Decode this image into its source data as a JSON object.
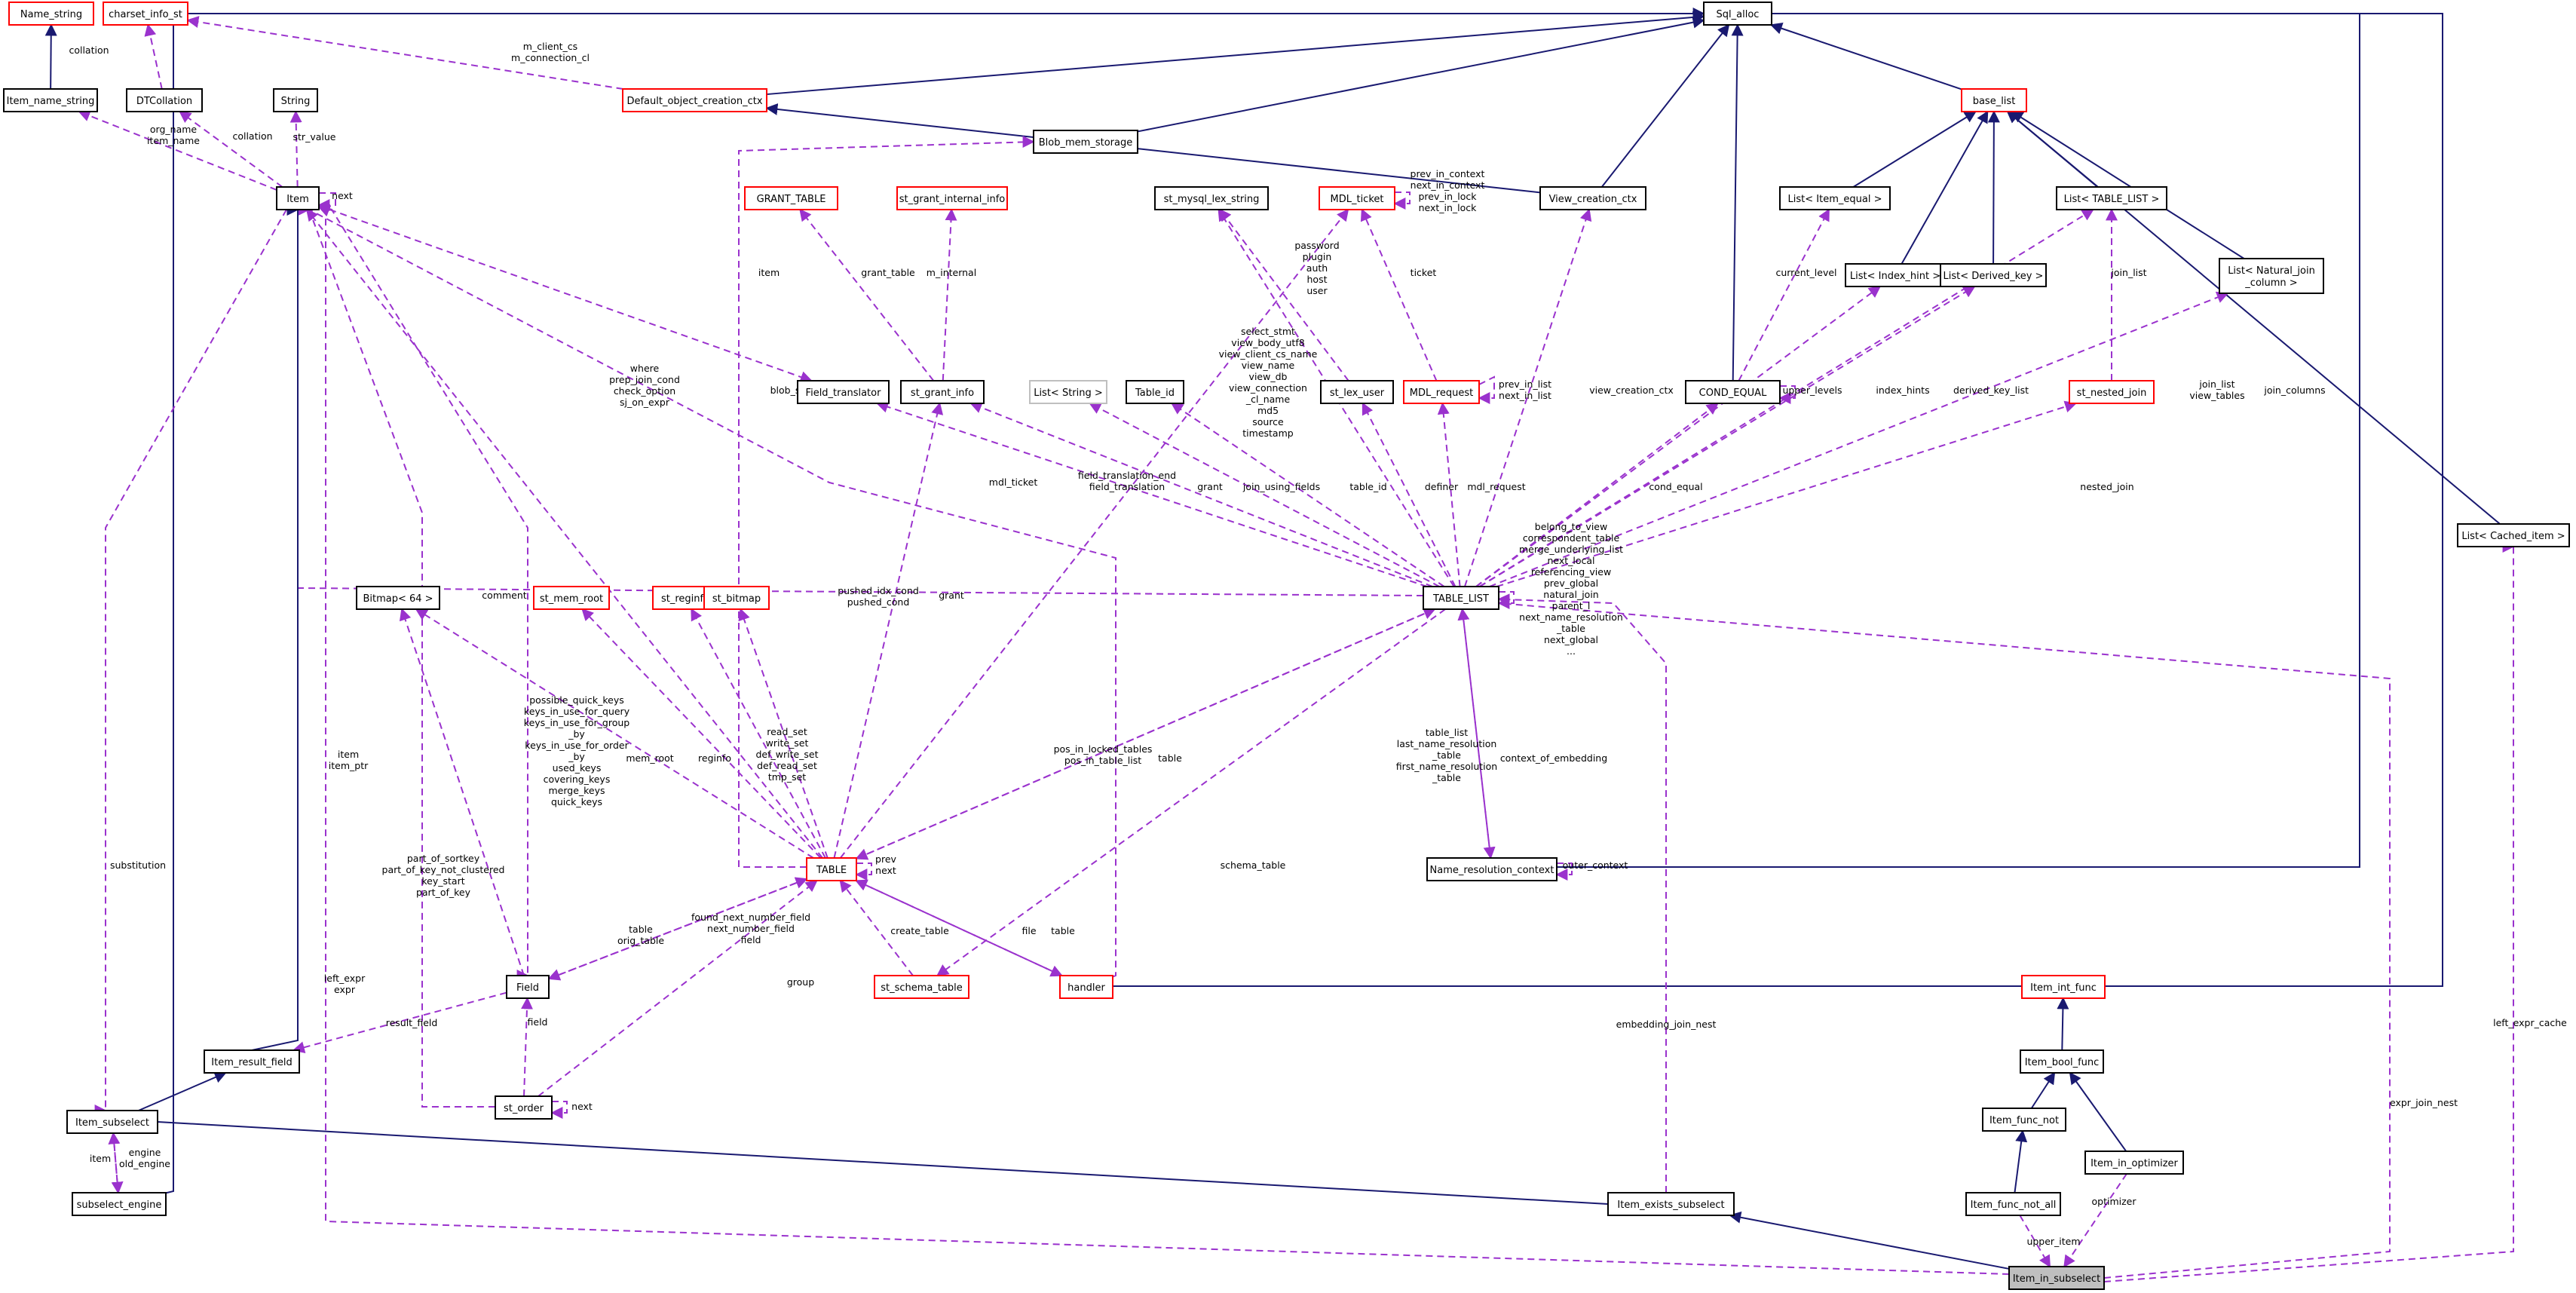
{
  "diagram": {
    "title": "",
    "colors": {
      "inherit_edge": "#191970",
      "use_edge": "#9a32cd",
      "node_border_black": "#000000",
      "node_border_red": "#ff0000",
      "node_border_grey": "#bfbfbf",
      "focus_fill": "#bfbfbf"
    },
    "nodes": [
      {
        "id": "Sql_alloc",
        "label": "Sql_alloc",
        "border": "black"
      },
      {
        "id": "Name_string",
        "label": "Name_string",
        "border": "red"
      },
      {
        "id": "charset_info_st",
        "label": "charset_info_st",
        "border": "red"
      },
      {
        "id": "Item_name_string",
        "label": "Item_name_string",
        "border": "black"
      },
      {
        "id": "DTCollation",
        "label": "DTCollation",
        "border": "black"
      },
      {
        "id": "String",
        "label": "String",
        "border": "black"
      },
      {
        "id": "Default_object_creation_ctx",
        "label": "Default_object_creation_ctx",
        "border": "red"
      },
      {
        "id": "Blob_mem_storage",
        "label": "Blob_mem_storage",
        "border": "black"
      },
      {
        "id": "base_list",
        "label": "base_list",
        "border": "red"
      },
      {
        "id": "Item",
        "label": "Item",
        "border": "black"
      },
      {
        "id": "GRANT_TABLE",
        "label": "GRANT_TABLE",
        "border": "red"
      },
      {
        "id": "st_grant_internal_info",
        "label": "st_grant_internal_info",
        "border": "red"
      },
      {
        "id": "st_mysql_lex_string",
        "label": "st_mysql_lex_string",
        "border": "black"
      },
      {
        "id": "MDL_ticket",
        "label": "MDL_ticket",
        "border": "red"
      },
      {
        "id": "View_creation_ctx",
        "label": "View_creation_ctx",
        "border": "black"
      },
      {
        "id": "List_Item_equal",
        "label": "List< Item_equal >",
        "border": "black"
      },
      {
        "id": "List_TABLE_LIST",
        "label": "List< TABLE_LIST >",
        "border": "black"
      },
      {
        "id": "List_Index_hint",
        "label": "List< Index_hint >",
        "border": "black"
      },
      {
        "id": "List_Derived_key",
        "label": "List< Derived_key >",
        "border": "black"
      },
      {
        "id": "List_Natural_join",
        "label": "List< Natural_join\n_column >",
        "border": "black"
      },
      {
        "id": "Field_translator",
        "label": "Field_translator",
        "border": "black"
      },
      {
        "id": "st_grant_info",
        "label": "st_grant_info",
        "border": "black"
      },
      {
        "id": "List_String",
        "label": "List< String >",
        "border": "grey"
      },
      {
        "id": "Table_id",
        "label": "Table_id",
        "border": "black"
      },
      {
        "id": "st_lex_user",
        "label": "st_lex_user",
        "border": "black"
      },
      {
        "id": "MDL_request",
        "label": "MDL_request",
        "border": "red"
      },
      {
        "id": "COND_EQUAL",
        "label": "COND_EQUAL",
        "border": "black"
      },
      {
        "id": "st_nested_join",
        "label": "st_nested_join",
        "border": "red"
      },
      {
        "id": "List_Cached_item",
        "label": "List< Cached_item >",
        "border": "black"
      },
      {
        "id": "TABLE_LIST",
        "label": "TABLE_LIST",
        "border": "black"
      },
      {
        "id": "Bitmap_64",
        "label": "Bitmap< 64 >",
        "border": "black"
      },
      {
        "id": "st_mem_root",
        "label": "st_mem_root",
        "border": "red"
      },
      {
        "id": "st_reginfo",
        "label": "st_reginfo",
        "border": "red"
      },
      {
        "id": "st_bitmap",
        "label": "st_bitmap",
        "border": "red"
      },
      {
        "id": "Name_resolution_context",
        "label": "Name_resolution_context",
        "border": "black"
      },
      {
        "id": "TABLE",
        "label": "TABLE",
        "border": "red"
      },
      {
        "id": "Field",
        "label": "Field",
        "border": "black"
      },
      {
        "id": "st_schema_table",
        "label": "st_schema_table",
        "border": "red"
      },
      {
        "id": "handler",
        "label": "handler",
        "border": "red"
      },
      {
        "id": "Item_int_func",
        "label": "Item_int_func",
        "border": "red"
      },
      {
        "id": "Item_result_field",
        "label": "Item_result_field",
        "border": "black"
      },
      {
        "id": "st_order",
        "label": "st_order",
        "border": "black"
      },
      {
        "id": "Item_bool_func",
        "label": "Item_bool_func",
        "border": "black"
      },
      {
        "id": "Item_subselect",
        "label": "Item_subselect",
        "border": "black"
      },
      {
        "id": "Item_func_not",
        "label": "Item_func_not",
        "border": "black"
      },
      {
        "id": "Item_in_optimizer",
        "label": "Item_in_optimizer",
        "border": "black"
      },
      {
        "id": "subselect_engine",
        "label": "subselect_engine",
        "border": "black"
      },
      {
        "id": "Item_exists_subselect",
        "label": "Item_exists_subselect",
        "border": "black"
      },
      {
        "id": "Item_func_not_all",
        "label": "Item_func_not_all",
        "border": "black"
      },
      {
        "id": "Item_in_subselect",
        "label": "Item_in_subselect",
        "border": "black",
        "focus": true
      }
    ],
    "edge_labels": [
      {
        "id": "lbl_collation1",
        "text": "collation"
      },
      {
        "id": "lbl_mclient",
        "text": "m_client_cs\nm_connection_cl"
      },
      {
        "id": "lbl_orgname",
        "text": "org_name\nitem_name"
      },
      {
        "id": "lbl_collation2",
        "text": "collation"
      },
      {
        "id": "lbl_strvalue",
        "text": "str_value"
      },
      {
        "id": "lbl_next_item",
        "text": "next"
      },
      {
        "id": "lbl_mdl_ticket_self",
        "text": "prev_in_context\nnext_in_context\nprev_in_lock\nnext_in_lock"
      },
      {
        "id": "lbl_item",
        "text": "item"
      },
      {
        "id": "lbl_grant_table",
        "text": "grant_table"
      },
      {
        "id": "lbl_m_internal",
        "text": "m_internal"
      },
      {
        "id": "lbl_password",
        "text": "password\nplugin\nauth\nhost\nuser"
      },
      {
        "id": "lbl_ticket",
        "text": "ticket"
      },
      {
        "id": "lbl_current_level",
        "text": "current_level"
      },
      {
        "id": "lbl_join_list",
        "text": "join_list"
      },
      {
        "id": "lbl_select_stmt",
        "text": "select_stmt\nview_body_utf8\nview_client_cs_name\nview_name\nview_db\nview_connection\n_cl_name\nmd5\nsource\ntimestamp"
      },
      {
        "id": "lbl_where",
        "text": "where\nprep_join_cond\ncheck_option\nsj_on_expr"
      },
      {
        "id": "lbl_blob_storage",
        "text": "blob_storage"
      },
      {
        "id": "lbl_prev_in_list",
        "text": "prev_in_list\nnext_in_list"
      },
      {
        "id": "lbl_view_creation_ctx",
        "text": "view_creation_ctx"
      },
      {
        "id": "lbl_upper_levels",
        "text": "upper_levels"
      },
      {
        "id": "lbl_index_hints",
        "text": "index_hints"
      },
      {
        "id": "lbl_derived_key_list",
        "text": "derived_key_list"
      },
      {
        "id": "lbl_join_list_view_tables",
        "text": "join_list\nview_tables"
      },
      {
        "id": "lbl_join_columns",
        "text": "join_columns"
      },
      {
        "id": "lbl_field_translation",
        "text": "field_translation_end\nfield_translation"
      },
      {
        "id": "lbl_mdl_ticket",
        "text": "mdl_ticket"
      },
      {
        "id": "lbl_grant",
        "text": "grant"
      },
      {
        "id": "lbl_join_using_fields",
        "text": "join_using_fields"
      },
      {
        "id": "lbl_table_id",
        "text": "table_id"
      },
      {
        "id": "lbl_definer",
        "text": "definer"
      },
      {
        "id": "lbl_mdl_request",
        "text": "mdl_request"
      },
      {
        "id": "lbl_cond_equal",
        "text": "cond_equal"
      },
      {
        "id": "lbl_nested_join",
        "text": "nested_join"
      },
      {
        "id": "lbl_belong_to_view",
        "text": "belong_to_view\ncorrespondent_table\nmerge_underlying_list\nnext_local\nreferencing_view\nprev_global\nnatural_join\nparent_l\nnext_name_resolution\n_table\nnext_global\n..."
      },
      {
        "id": "lbl_pushed_idx_cond",
        "text": "pushed_idx_cond\npushed_cond"
      },
      {
        "id": "lbl_grant2",
        "text": "grant"
      },
      {
        "id": "lbl_comment",
        "text": "comment"
      },
      {
        "id": "lbl_possible_quick_keys",
        "text": "possible_quick_keys\nkeys_in_use_for_query\nkeys_in_use_for_group\n_by\nkeys_in_use_for_order\n_by\nused_keys\ncovering_keys\nmerge_keys\nquick_keys"
      },
      {
        "id": "lbl_mem_root",
        "text": "mem_root"
      },
      {
        "id": "lbl_reginfo",
        "text": "reginfo"
      },
      {
        "id": "lbl_read_set",
        "text": "read_set\nwrite_set\ndef_write_set\ndef_read_set\ntmp_set"
      },
      {
        "id": "lbl_pos_in_locked",
        "text": "pos_in_locked_tables\npos_in_table_list"
      },
      {
        "id": "lbl_table1",
        "text": "table"
      },
      {
        "id": "lbl_table_list",
        "text": "table_list\nlast_name_resolution\n_table\nfirst_name_resolution\n_table"
      },
      {
        "id": "lbl_context_of_embedding",
        "text": "context_of_embedding"
      },
      {
        "id": "lbl_outer_context",
        "text": "outer_context"
      },
      {
        "id": "lbl_prev_next",
        "text": "prev\nnext"
      },
      {
        "id": "lbl_schema_table",
        "text": "schema_table"
      },
      {
        "id": "lbl_part_of_sortkey",
        "text": "part_of_sortkey\npart_of_key_not_clustered\nkey_start\npart_of_key"
      },
      {
        "id": "lbl_table_org_table",
        "text": "table\norig_table"
      },
      {
        "id": "lbl_found_next",
        "text": "found_next_number_field\nnext_number_field\nfield"
      },
      {
        "id": "lbl_create_table",
        "text": "create_table"
      },
      {
        "id": "lbl_file",
        "text": "file"
      },
      {
        "id": "lbl_table2",
        "text": "table"
      },
      {
        "id": "lbl_item_ptr",
        "text": "item\nitem_ptr"
      },
      {
        "id": "lbl_substitution",
        "text": "substitution"
      },
      {
        "id": "lbl_result_field",
        "text": "result_field"
      },
      {
        "id": "lbl_field",
        "text": "field"
      },
      {
        "id": "lbl_group",
        "text": "group"
      },
      {
        "id": "lbl_next_order",
        "text": "next"
      },
      {
        "id": "lbl_left_expr",
        "text": "left_expr\nexpr"
      },
      {
        "id": "lbl_item2",
        "text": "item"
      },
      {
        "id": "lbl_engine",
        "text": "engine\nold_engine"
      },
      {
        "id": "lbl_embedding_join_nest",
        "text": "embedding_join_nest"
      },
      {
        "id": "lbl_expr_join_nest",
        "text": "expr_join_nest"
      },
      {
        "id": "lbl_left_expr_cache",
        "text": "left_expr_cache"
      },
      {
        "id": "lbl_upper_item",
        "text": "upper_item"
      },
      {
        "id": "lbl_optimizer",
        "text": "optimizer"
      }
    ]
  }
}
